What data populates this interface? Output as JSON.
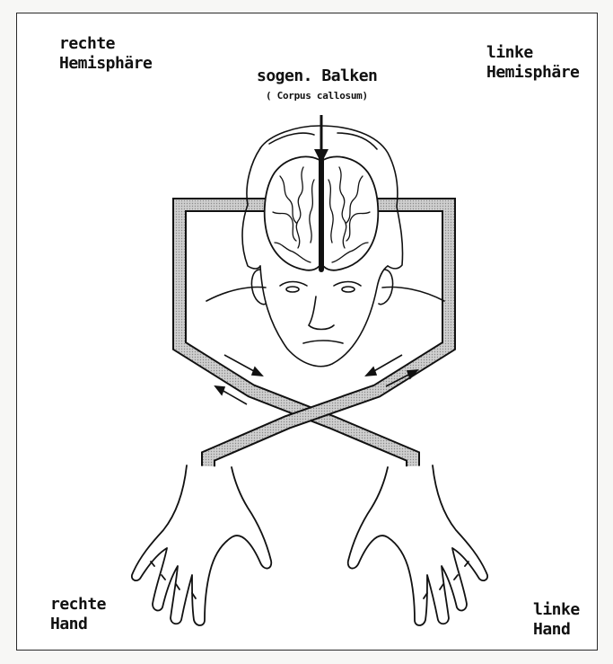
{
  "labels": {
    "right_hemisphere": "rechte\nHemisphäre",
    "left_hemisphere": "linke\nHemisphäre",
    "corpus": "sogen. Balken",
    "corpus_latin": "( Corpus callosum)",
    "right_hand": "rechte\nHand",
    "left_hand": "linke\nHand"
  },
  "colors": {
    "ink": "#111111",
    "pathway": "#b9b9b9",
    "background": "#ffffff"
  }
}
